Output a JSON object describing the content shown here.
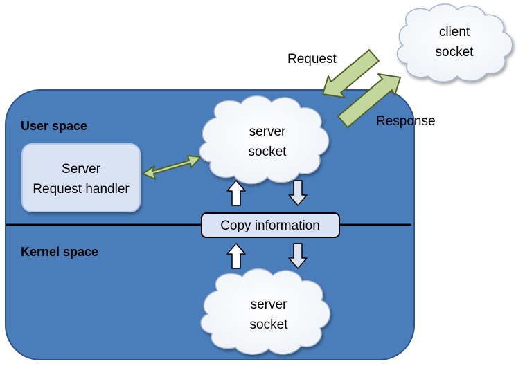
{
  "user_space_label": "User space",
  "kernel_space_label": "Kernel space",
  "handler": {
    "line1": "Server",
    "line2": "Request handler"
  },
  "server_socket_user": {
    "line1": "server",
    "line2": "socket"
  },
  "server_socket_kernel": {
    "line1": "server",
    "line2": "socket"
  },
  "client_socket": {
    "line1": "client",
    "line2": "socket"
  },
  "copy_info": "Copy information",
  "request_label": "Request",
  "response_label": "Response",
  "colors": {
    "space_fill": "#4a7ebb",
    "space_stroke": "#2f528f",
    "box_fill": "#dae3f3",
    "arrow_green": "#c3d69b",
    "arrow_green_stroke": "#4f6228",
    "arrow_light": "#e7eef8"
  }
}
